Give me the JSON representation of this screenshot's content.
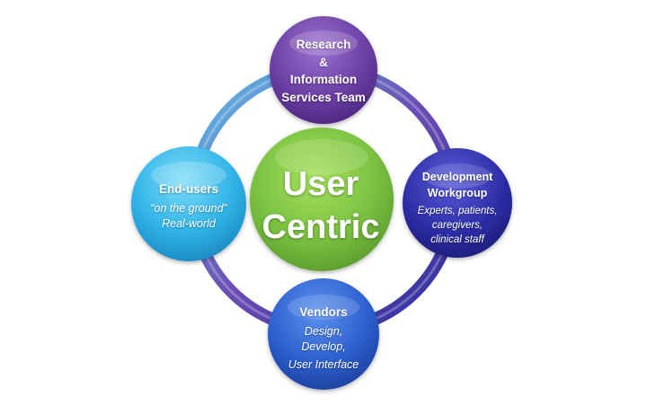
{
  "center": {
    "line1": "User",
    "line2": "Centric",
    "color": "#7cc242"
  },
  "ring": {
    "colors": [
      "#5bc8ec",
      "#6c4cb3",
      "#2b2d9e"
    ]
  },
  "nodes": {
    "research": {
      "line1": "Research",
      "line2": "&",
      "line3": "Information",
      "line4": "Services Team",
      "color": "#6b3fa3"
    },
    "development": {
      "title1": "Development",
      "title2": "Workgroup",
      "sub1": "Experts, patients,",
      "sub2": "caregivers,",
      "sub3": "clinical staff",
      "color": "#2e2ea8"
    },
    "vendors": {
      "title": "Vendors",
      "sub1": "Design,",
      "sub2": "Develop,",
      "sub3": "User Interface",
      "color": "#2d5fcf"
    },
    "endusers": {
      "title": "End-users",
      "sub1": "“on the ground”",
      "sub2": "Real-world",
      "color": "#2fb3e8"
    }
  }
}
